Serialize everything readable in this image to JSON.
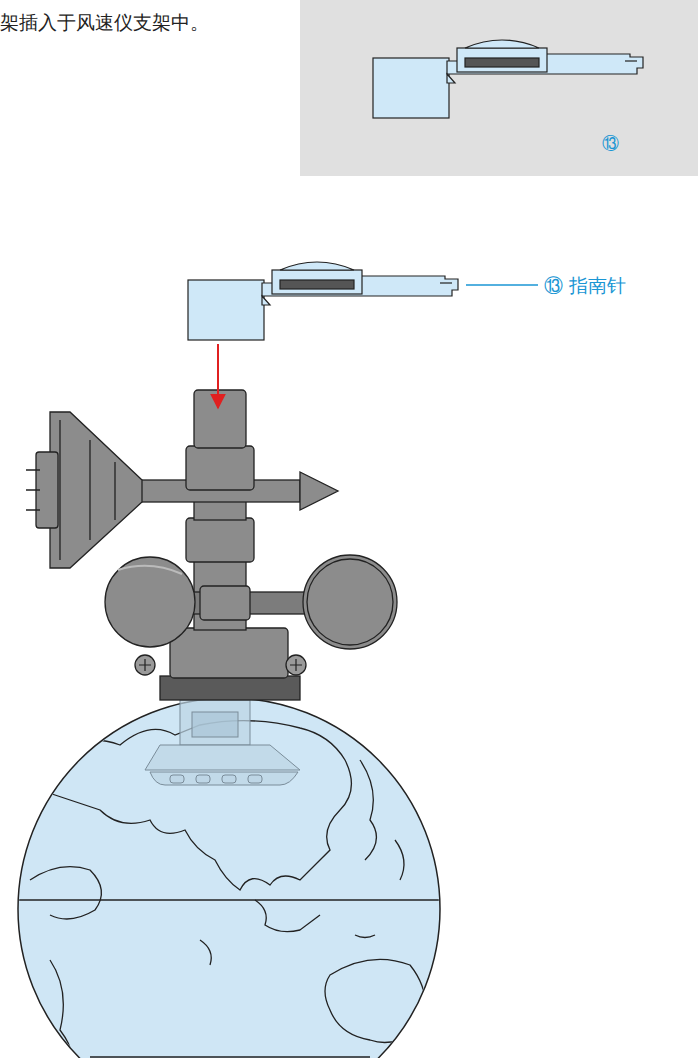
{
  "diagram": {
    "nodes": [
      {
        "text": [
          "⑬"
        ]
      }
    ],
    "labels": [
      "架插入于风速仪支架中。",
      "⑬ 指南针"
    ]
  }
}
